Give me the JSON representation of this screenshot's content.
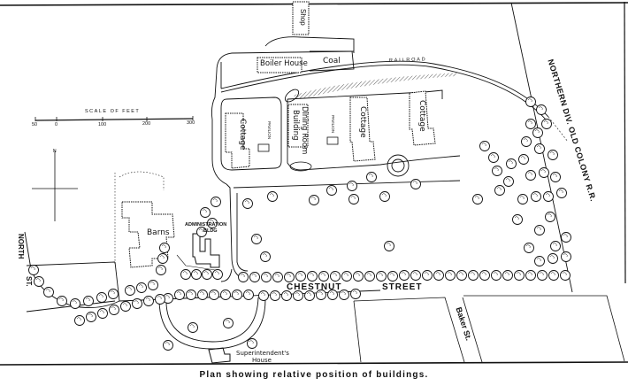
{
  "caption": "Plan showing relative position of buildings.",
  "scale": {
    "title": "SCALE OF FEET",
    "ticks": [
      "50",
      "0",
      "100",
      "200",
      "300"
    ]
  },
  "compass": {
    "north_label": "N"
  },
  "buildings": {
    "shop": "Shop",
    "boiler_house": "Boiler House",
    "coal": "Coal",
    "cottage_1": "Cottage",
    "pavilion_1": "PAVILION",
    "dining_room": "Dining Room Building",
    "dining_room_line1": "Dining Room",
    "dining_room_line2": "Building",
    "pavilion_2": "PAVILION",
    "cottage_2": "Cottage",
    "cottage_3": "Cottage",
    "barns": "Barns",
    "administration_line1": "ADMINISTRATION",
    "administration_line2": "BLDG",
    "superintendent_line1": "Superintendent's",
    "superintendent_line2": "House"
  },
  "streets": {
    "railroad": "RAILROAD",
    "northern_div": "NORTHERN DIV. OLD COLONY R.R.",
    "chestnut_1": "CHESTNUT",
    "chestnut_2": "STREET",
    "baker": "Baker St.",
    "north": "NORTH",
    "north_st": "ST."
  },
  "colors": {
    "ink": "#111111",
    "paper": "#ffffff"
  }
}
